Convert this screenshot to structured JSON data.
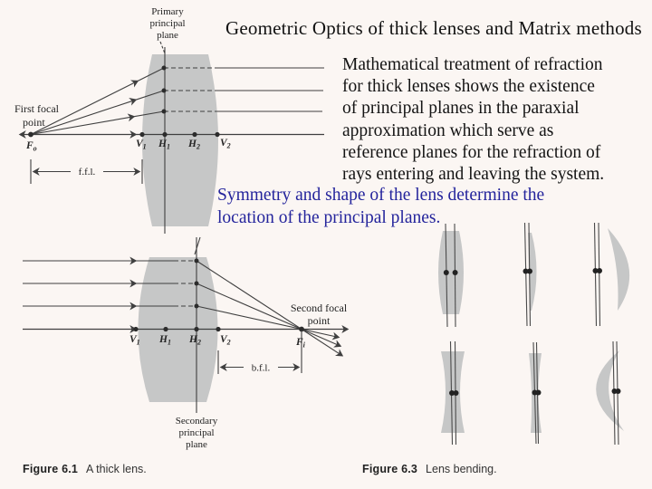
{
  "slide": {
    "title": "Geometric Optics of thick lenses and Matrix methods",
    "paragraph_lines": [
      "Mathematical treatment of refraction",
      "for thick lenses shows the existence",
      "of principal planes in the paraxial",
      "approximation which serve as",
      "reference planes for the refraction of",
      "rays entering and leaving the system."
    ],
    "highlight_lines": [
      "Symmetry and shape of the lens determine the",
      "location of the principal planes."
    ],
    "colors": {
      "background": "#fbf6f3",
      "highlight_text": "#24249c",
      "lens_fill": "#c6c7c7",
      "line_ink": "#3f3f3f"
    }
  },
  "fig61_top": {
    "plane_label": [
      "Primary",
      "principal",
      "plane"
    ],
    "focal_label": [
      "First focal",
      "point"
    ],
    "front_focal_length": "f.f.l.",
    "points": {
      "Fo": {
        "b": "F",
        "s": "o"
      },
      "V1": {
        "b": "V",
        "s": "1"
      },
      "H1": {
        "b": "H",
        "s": "1"
      },
      "H2": {
        "b": "H",
        "s": "2"
      },
      "V2": {
        "b": "V",
        "s": "2"
      }
    }
  },
  "fig61_bottom": {
    "plane_label": [
      "Secondary",
      "principal",
      "plane"
    ],
    "focal_label": [
      "Second focal",
      "point"
    ],
    "back_focal_length": "b.f.l.",
    "points": {
      "V1": {
        "b": "V",
        "s": "1"
      },
      "H1": {
        "b": "H",
        "s": "1"
      },
      "H2": {
        "b": "H",
        "s": "2"
      },
      "V2": {
        "b": "V",
        "s": "2"
      },
      "Fi": {
        "b": "F",
        "s": "i"
      }
    }
  },
  "fig63": {
    "lens_types": [
      "biconvex",
      "plano-convex",
      "convex-meniscus",
      "biconcave",
      "plano-concave",
      "concave-meniscus"
    ]
  },
  "captions": {
    "fig61_label": "Figure 6.1",
    "fig61_text": "A thick lens.",
    "fig63_label": "Figure 6.3",
    "fig63_text": "Lens bending."
  }
}
